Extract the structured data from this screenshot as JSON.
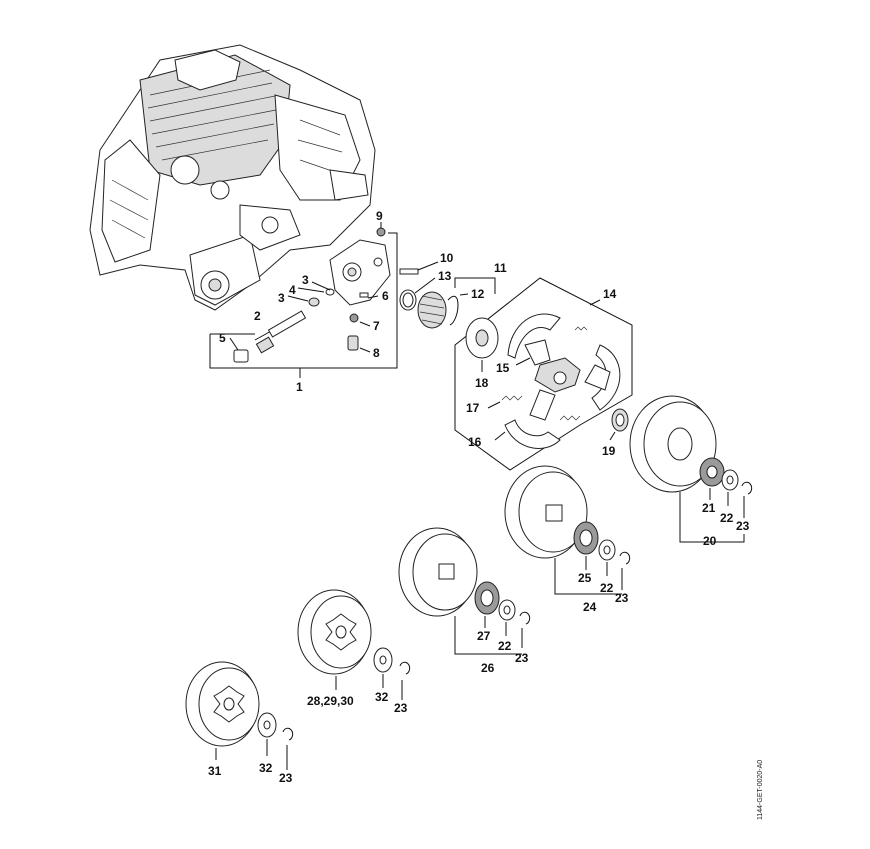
{
  "labels": {
    "l1": "1",
    "l2": "2",
    "l3a": "3",
    "l3b": "3",
    "l4": "4",
    "l5": "5",
    "l6": "6",
    "l7": "7",
    "l8": "8",
    "l9": "9",
    "l10": "10",
    "l11": "11",
    "l12": "12",
    "l13": "13",
    "l14": "14",
    "l15": "15",
    "l16": "16",
    "l17": "17",
    "l18": "18",
    "l19": "19",
    "l20": "20",
    "l21": "21",
    "l22a": "22",
    "l22b": "22",
    "l22c": "22",
    "l23a": "23",
    "l23b": "23",
    "l23c": "23",
    "l23d": "23",
    "l23e": "23",
    "l24": "24",
    "l25": "25",
    "l26": "26",
    "l27": "27",
    "l28": "28,29,30",
    "l31": "31",
    "l32a": "32",
    "l32b": "32"
  },
  "doc_id": "1144-GET-0020-A0"
}
